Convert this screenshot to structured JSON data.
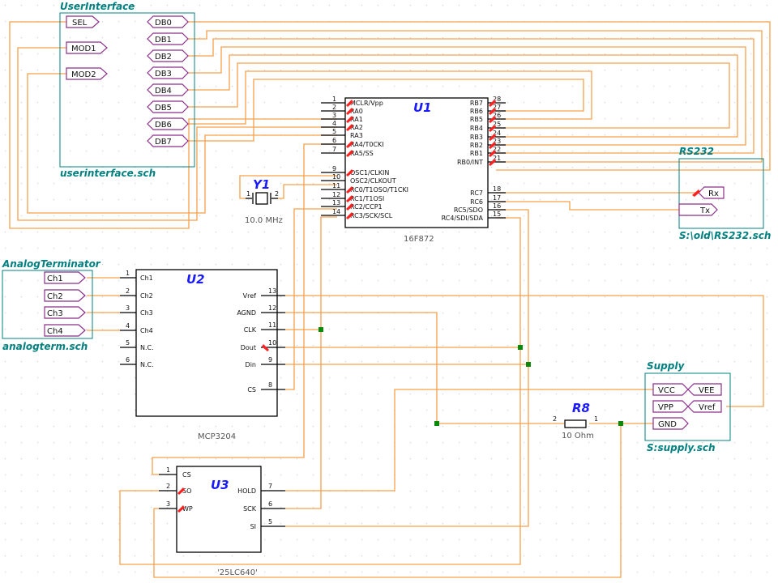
{
  "user_interface": {
    "title": "UserInterface",
    "file": "userinterface.sch",
    "ports_left": [
      "SEL",
      "MOD1",
      "MOD2"
    ],
    "ports_right": [
      "DB0",
      "DB1",
      "DB2",
      "DB3",
      "DB4",
      "DB5",
      "DB6",
      "DB7"
    ]
  },
  "u1": {
    "ref": "U1",
    "part": "16F872",
    "left_pins": [
      {
        "num": "1",
        "name": "MCLR/Vpp"
      },
      {
        "num": "2",
        "name": "RA0"
      },
      {
        "num": "3",
        "name": "RA1"
      },
      {
        "num": "4",
        "name": "RA2"
      },
      {
        "num": "5",
        "name": "RA3"
      },
      {
        "num": "6",
        "name": "RA4/T0CKI"
      },
      {
        "num": "7",
        "name": "RA5/SS"
      },
      {
        "num": "9",
        "name": "OSC1/CLKIN"
      },
      {
        "num": "10",
        "name": "OSC2/CLKOUT"
      },
      {
        "num": "11",
        "name": "RC0/T1OSO/T1CKI"
      },
      {
        "num": "12",
        "name": "RC1/T1OSI"
      },
      {
        "num": "13",
        "name": "RC2/CCP1"
      },
      {
        "num": "14",
        "name": "RC3/SCK/SCL"
      }
    ],
    "right_pins": [
      {
        "num": "28",
        "name": "RB7"
      },
      {
        "num": "27",
        "name": "RB6"
      },
      {
        "num": "26",
        "name": "RB5"
      },
      {
        "num": "25",
        "name": "RB4"
      },
      {
        "num": "24",
        "name": "RB3"
      },
      {
        "num": "23",
        "name": "RB2"
      },
      {
        "num": "22",
        "name": "RB1"
      },
      {
        "num": "21",
        "name": "RB0/INT"
      },
      {
        "num": "18",
        "name": "RC7"
      },
      {
        "num": "17",
        "name": "RC6"
      },
      {
        "num": "16",
        "name": "RC5/SDO"
      },
      {
        "num": "15",
        "name": "RC4/SDI/SDA"
      }
    ]
  },
  "y1": {
    "ref": "Y1",
    "value": "10.0 MHz",
    "pin1": "1",
    "pin2": "2"
  },
  "rs232": {
    "title": "RS232",
    "file": "S:\\old\\RS232.sch",
    "ports": [
      "Rx",
      "Tx"
    ]
  },
  "analog": {
    "title": "AnalogTerminator",
    "file": "analogterm.sch",
    "ports": [
      "Ch1",
      "Ch2",
      "Ch3",
      "Ch4"
    ]
  },
  "u2": {
    "ref": "U2",
    "part": "MCP3204",
    "left_pins": [
      {
        "num": "1",
        "name": "Ch1"
      },
      {
        "num": "2",
        "name": "Ch2"
      },
      {
        "num": "3",
        "name": "Ch3"
      },
      {
        "num": "4",
        "name": "Ch4"
      },
      {
        "num": "5",
        "name": "N.C."
      },
      {
        "num": "6",
        "name": "N.C."
      }
    ],
    "right_pins": [
      {
        "num": "13",
        "name": "Vref"
      },
      {
        "num": "12",
        "name": "AGND"
      },
      {
        "num": "11",
        "name": "CLK"
      },
      {
        "num": "10",
        "name": "Dout"
      },
      {
        "num": "9",
        "name": "Din"
      },
      {
        "num": "8",
        "name": "CS"
      }
    ]
  },
  "supply": {
    "title": "Supply",
    "file": "S:supply.sch",
    "ports_left": [
      "VCC",
      "VPP",
      "GND"
    ],
    "ports_right": [
      "VEE",
      "Vref"
    ]
  },
  "r8": {
    "ref": "R8",
    "value": "10 Ohm",
    "pin1": "1",
    "pin2": "2"
  },
  "u3": {
    "ref": "U3",
    "part": "'25LC640'",
    "left_pins": [
      {
        "num": "1",
        "name": "CS"
      },
      {
        "num": "2",
        "name": "SO"
      },
      {
        "num": "3",
        "name": "WP"
      }
    ],
    "right_pins": [
      {
        "num": "7",
        "name": "HOLD"
      },
      {
        "num": "6",
        "name": "SCK"
      },
      {
        "num": "5",
        "name": "SI"
      }
    ]
  }
}
